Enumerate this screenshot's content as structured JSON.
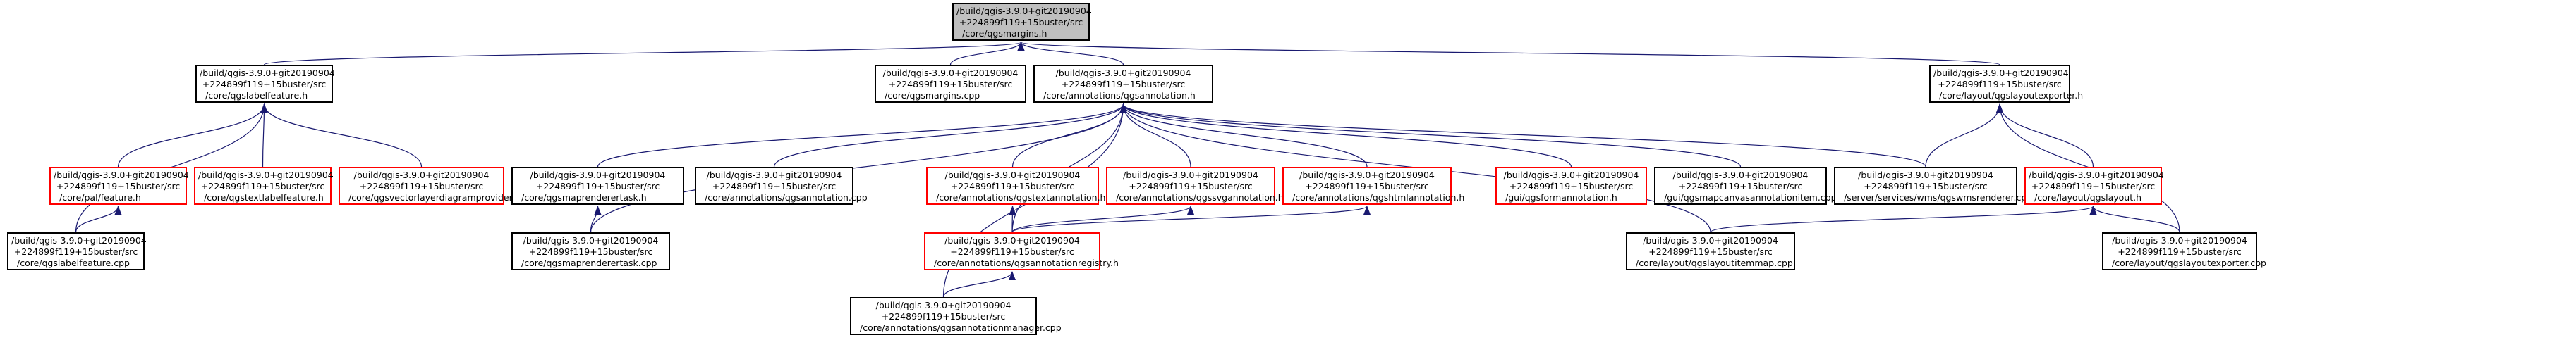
{
  "colors": {
    "edge": "#191970",
    "center_fill": "#bfbfbf",
    "incomplete_border": "#ff0000",
    "node_border": "#000000"
  },
  "nodes": {
    "root": {
      "lines": [
        "/build/qgis-3.9.0+git20190904",
        "+224899f119+15buster/src",
        "/core/qgsmargins.h"
      ],
      "center": true
    },
    "lblfeat": {
      "lines": [
        "/build/qgis-3.9.0+git20190904",
        "+224899f119+15buster/src",
        "/core/qgslabelfeature.h"
      ]
    },
    "mcpp": {
      "lines": [
        "/build/qgis-3.9.0+git20190904",
        "+224899f119+15buster/src",
        "/core/qgsmargins.cpp"
      ]
    },
    "annot": {
      "lines": [
        "/build/qgis-3.9.0+git20190904",
        "+224899f119+15buster/src",
        "/core/annotations/qgsannotation.h"
      ]
    },
    "layexp": {
      "lines": [
        "/build/qgis-3.9.0+git20190904",
        "+224899f119+15buster/src",
        "/core/layout/qgslayoutexporter.h"
      ]
    },
    "palfeat": {
      "lines": [
        "/build/qgis-3.9.0+git20190904",
        "+224899f119+15buster/src",
        "/core/pal/feature.h"
      ],
      "red": true
    },
    "txtfeat": {
      "lines": [
        "/build/qgis-3.9.0+git20190904",
        "+224899f119+15buster/src",
        "/core/qgstextlabelfeature.h"
      ],
      "red": true
    },
    "vecdiag": {
      "lines": [
        "/build/qgis-3.9.0+git20190904",
        "+224899f119+15buster/src",
        "/core/qgsvectorlayerdiagramprovider.h"
      ],
      "red": true
    },
    "mrtask": {
      "lines": [
        "/build/qgis-3.9.0+git20190904",
        "+224899f119+15buster/src",
        "/core/qgsmaprenderertask.h"
      ]
    },
    "annocpp": {
      "lines": [
        "/build/qgis-3.9.0+git20190904",
        "+224899f119+15buster/src",
        "/core/annotations/qgsannotation.cpp"
      ]
    },
    "txtann": {
      "lines": [
        "/build/qgis-3.9.0+git20190904",
        "+224899f119+15buster/src",
        "/core/annotations/qgstextannotation.h"
      ],
      "red": true
    },
    "svgann": {
      "lines": [
        "/build/qgis-3.9.0+git20190904",
        "+224899f119+15buster/src",
        "/core/annotations/qgssvgannotation.h"
      ],
      "red": true
    },
    "htmlann": {
      "lines": [
        "/build/qgis-3.9.0+git20190904",
        "+224899f119+15buster/src",
        "/core/annotations/qgshtmlannotation.h"
      ],
      "red": true
    },
    "formann": {
      "lines": [
        "/build/qgis-3.9.0+git20190904",
        "+224899f119+15buster/src",
        "/gui/qgsformannotation.h"
      ],
      "red": true
    },
    "mcitem": {
      "lines": [
        "/build/qgis-3.9.0+git20190904",
        "+224899f119+15buster/src",
        "/gui/qgsmapcanvasannotationitem.cpp"
      ]
    },
    "wmsrend": {
      "lines": [
        "/build/qgis-3.9.0+git20190904",
        "+224899f119+15buster/src",
        "/server/services/wms/qgswmsrenderer.cpp"
      ]
    },
    "layouth": {
      "lines": [
        "/build/qgis-3.9.0+git20190904",
        "+224899f119+15buster/src",
        "/core/layout/qgslayout.h"
      ],
      "red": true
    },
    "lblcpp": {
      "lines": [
        "/build/qgis-3.9.0+git20190904",
        "+224899f119+15buster/src",
        "/core/qgslabelfeature.cpp"
      ]
    },
    "mrtcpp": {
      "lines": [
        "/build/qgis-3.9.0+git20190904",
        "+224899f119+15buster/src",
        "/core/qgsmaprenderertask.cpp"
      ]
    },
    "annreg": {
      "lines": [
        "/build/qgis-3.9.0+git20190904",
        "+224899f119+15buster/src",
        "/core/annotations/qgsannotationregistry.h"
      ],
      "red": true
    },
    "limcpp": {
      "lines": [
        "/build/qgis-3.9.0+git20190904",
        "+224899f119+15buster/src",
        "/core/layout/qgslayoutitemmap.cpp"
      ]
    },
    "lexcpp": {
      "lines": [
        "/build/qgis-3.9.0+git20190904",
        "+224899f119+15buster/src",
        "/core/layout/qgslayoutexporter.cpp"
      ]
    },
    "annmgr": {
      "lines": [
        "/build/qgis-3.9.0+git20190904",
        "+224899f119+15buster/src",
        "/core/annotations/qgsannotationmanager.cpp"
      ]
    }
  }
}
